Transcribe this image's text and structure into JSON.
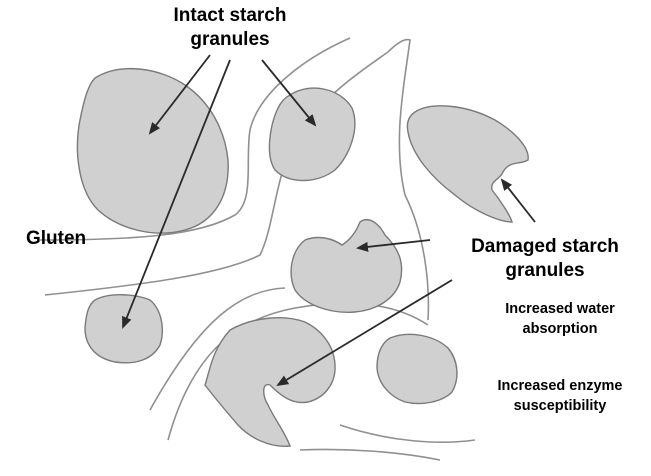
{
  "labels": {
    "intact": [
      "Intact starch",
      "granules"
    ],
    "gluten": "Gluten",
    "damaged": [
      "Damaged starch",
      "granules"
    ],
    "water": [
      "Increased water",
      "absorption"
    ],
    "enzyme": [
      "Increased enzyme",
      "susceptibility"
    ]
  },
  "colors": {
    "granule_fill": "#d0d0d0",
    "outline": "#7a7a7a",
    "arrow": "#2a2a2a",
    "gluten_line": "#909090"
  }
}
